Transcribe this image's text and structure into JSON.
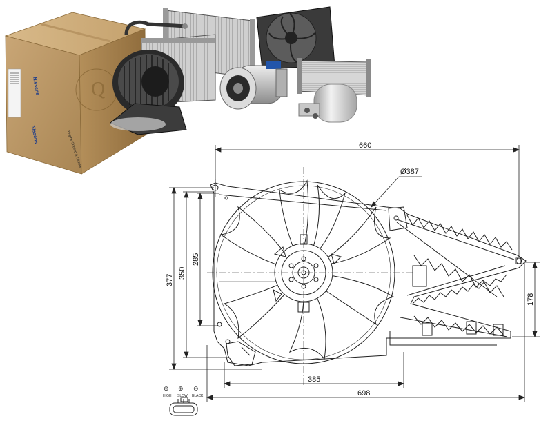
{
  "product_photo": {
    "box_brand": "Nissens",
    "box_brand_side": "Nissens",
    "box_slogan": "Engine Cooling & Climate"
  },
  "drawing": {
    "dims": {
      "width_top": "660",
      "fan_diameter": "Ø387",
      "height_outer": "377",
      "height_mid": "350",
      "height_inner": "285",
      "right_height": "178",
      "bottom_inner": "385",
      "bottom_outer": "698"
    },
    "connector": {
      "pin1_symbol": "⊕",
      "pin1_label": "HIGH",
      "pin2_symbol": "⊕",
      "pin2_label": "SLOW",
      "pin3_symbol": "⊖",
      "pin3_label": "BLACK"
    }
  }
}
